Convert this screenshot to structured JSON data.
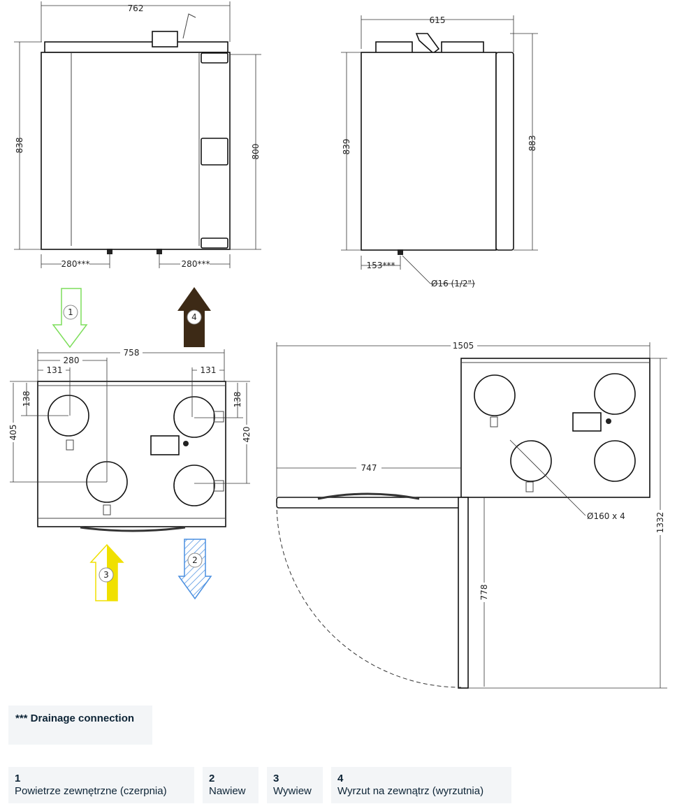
{
  "front_view": {
    "width": "762",
    "height_left": "838",
    "height_right": "800",
    "drain_left": "280***",
    "drain_right": "280***"
  },
  "side_view": {
    "width": "615",
    "height_left": "839",
    "height_right": "883",
    "drain": "153***",
    "drain_pipe": "Ø16 (1/2\")"
  },
  "top_view": {
    "width": "758",
    "spigot_x": "280",
    "left_offset": "131",
    "right_offset": "131",
    "left_top": "138",
    "left_depth": "405",
    "right_top": "138",
    "right_depth": "420"
  },
  "open_view": {
    "total_width": "1505",
    "door_width": "747",
    "total_depth": "1332",
    "door_depth": "778",
    "ducts": "Ø160 x 4"
  },
  "arrows": [
    {
      "num": "1",
      "color": "#7dde5b"
    },
    {
      "num": "2",
      "color": "#4a8fe0"
    },
    {
      "num": "3",
      "color": "#f0e000"
    },
    {
      "num": "4",
      "color": "#3d2a16"
    }
  ],
  "notes": {
    "drainage": "*** Drainage connection"
  },
  "legend": [
    {
      "num": "1",
      "label": "Powietrze zewnętrzne (czerpnia)"
    },
    {
      "num": "2",
      "label": "Nawiew"
    },
    {
      "num": "3",
      "label": "Wywiew"
    },
    {
      "num": "4",
      "label": "Wyrzut na zewnątrz (wyrzutnia)"
    }
  ]
}
